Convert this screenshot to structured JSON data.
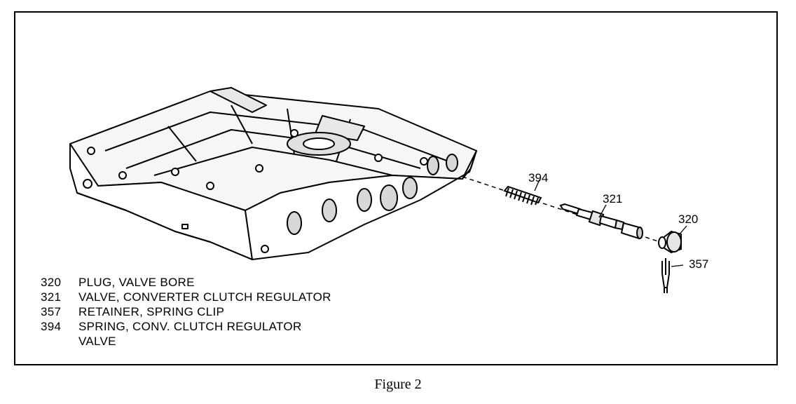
{
  "callouts": {
    "c394": "394",
    "c321": "321",
    "c320": "320",
    "c357": "357"
  },
  "legend": [
    {
      "num": "320",
      "text": "PLUG, VALVE BORE"
    },
    {
      "num": "321",
      "text": "VALVE, CONVERTER CLUTCH REGULATOR"
    },
    {
      "num": "357",
      "text": "RETAINER, SPRING CLIP"
    },
    {
      "num": "394",
      "text": "SPRING, CONV. CLUTCH REGULATOR",
      "continuation": "VALVE"
    }
  ],
  "caption": "Figure 2"
}
